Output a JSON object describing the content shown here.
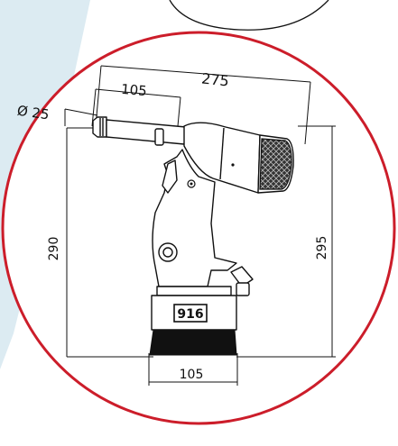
{
  "drawing": {
    "overall_length": "275",
    "nose_length": "105",
    "nose_diameter": "Ø 25",
    "handle_height": "290",
    "total_height": "295",
    "base_width": "105",
    "model_number": "916"
  },
  "colors": {
    "background_panel": "#dcebf2",
    "frame_ring": "#cc1d2a",
    "line": "#111111"
  }
}
